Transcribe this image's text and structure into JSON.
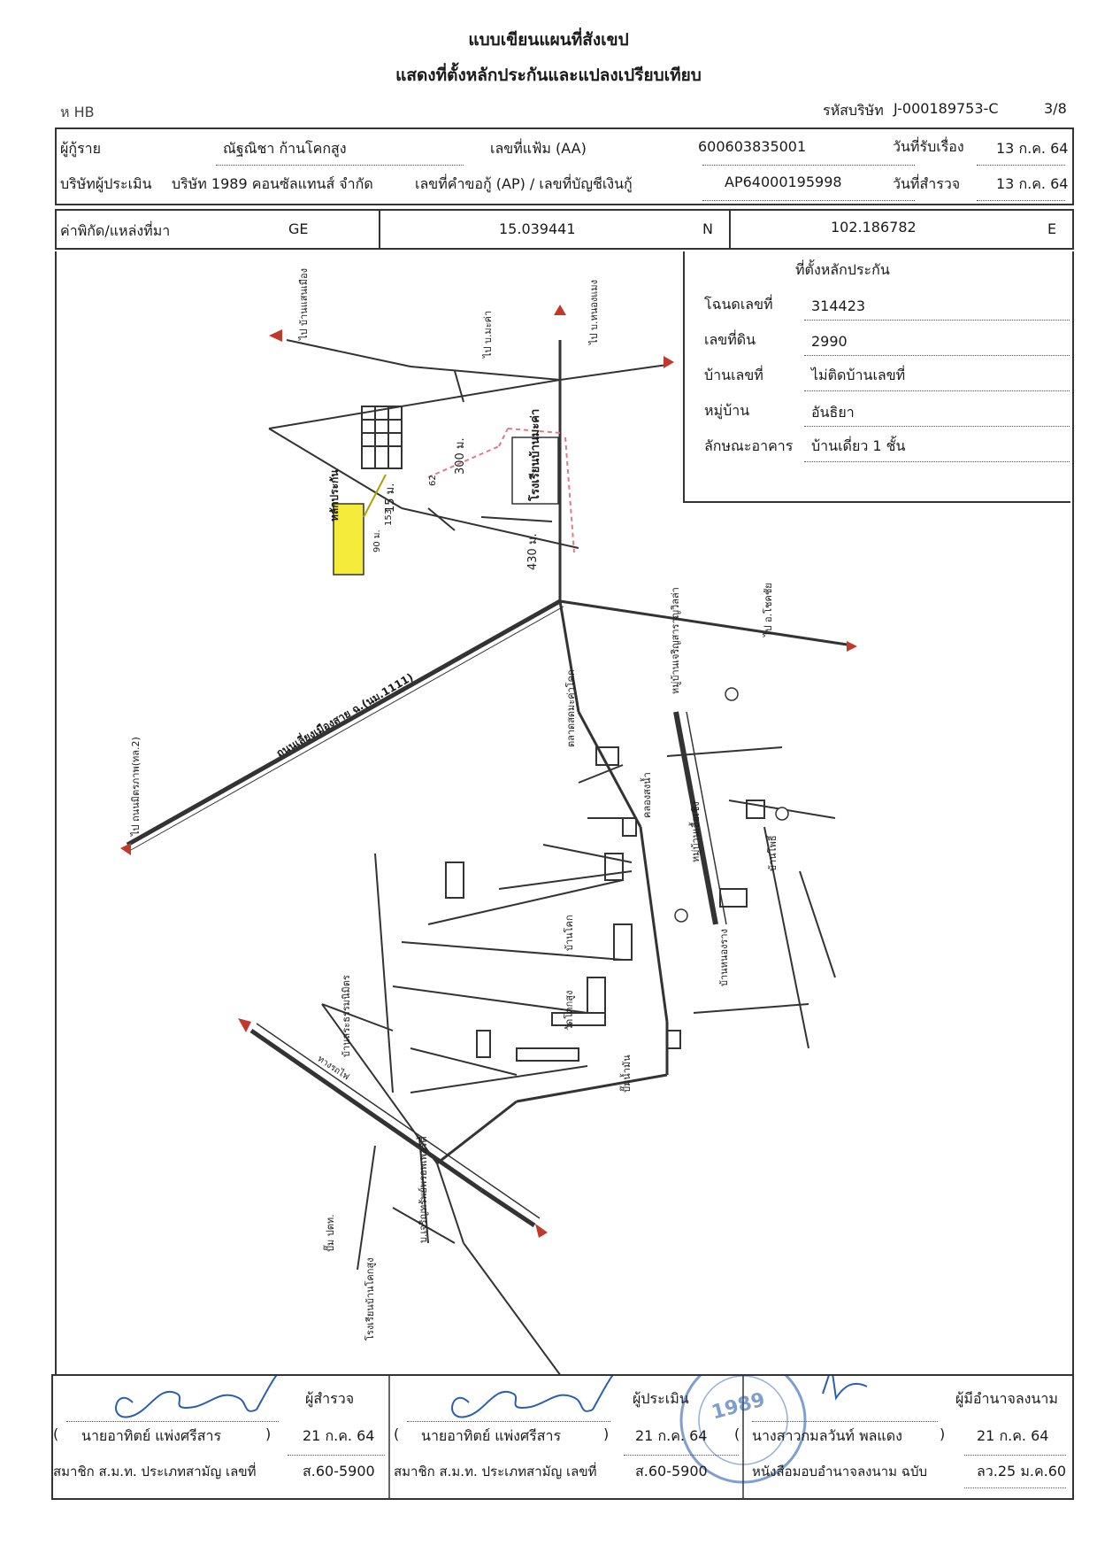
{
  "header": {
    "title_line1": "แบบเขียนแผนที่สังเขป",
    "title_line2": "แสดงที่ตั้งหลักประกันและแปลงเปรียบเทียบ",
    "left_code": "ห HB",
    "company_code_label": "รหัสบริษัท",
    "company_code": "J-000189753-C",
    "page": "3/8"
  },
  "info": {
    "borrower_label": "ผู้กู้ราย",
    "borrower_name": "ณัฐณิชา  ก้านโคกสูง",
    "file_no_label": "เลขที่แฟ้ม (AA)",
    "file_no": "600603835001",
    "received_date_label": "วันที่รับเรื่อง",
    "received_date": "13 ก.ค. 64",
    "appraiser_label": "บริษัทผู้ประเมิน",
    "appraiser_name": "บริษัท 1989 คอนซัลแทนส์ จำกัด",
    "request_no_label": "เลขที่คำขอกู้ (AP) / เลขที่บัญชีเงินกู้",
    "request_no": "AP64000195998",
    "survey_date_label": "วันที่สำรวจ",
    "survey_date": "13 ก.ค. 64"
  },
  "coords": {
    "label": "ค่าพิกัด/แหล่งที่มา",
    "source": "GE",
    "lat": "15.039441",
    "lat_dir": "N",
    "lon": "102.186782",
    "lon_dir": "E"
  },
  "legend": {
    "title": "ที่ตั้งหลักประกัน",
    "deed_label": "โฉนดเลขที่",
    "deed_no": "314423",
    "land_label": "เลขที่ดิน",
    "land_no": "2990",
    "house_label": "บ้านเลขที่",
    "house_no": "ไม่ติดบ้านเลขที่",
    "village_label": "หมู่บ้าน",
    "village": "อันธิยา",
    "building_label": "ลักษณะอาคาร",
    "building": "บ้านเดี่ยว 1 ชั้น",
    "hatch_color": "#888888"
  },
  "map": {
    "collateral_tag": "หลักประกัน",
    "to_sangmuang": "ไป บ้านแสนเมือง",
    "to_makha": "ไป บ.มะค่า",
    "to_nongmaeng": "ไป บ.หนองแมง",
    "to_chokchai": "ไป อ.โชคชัย",
    "to_mittraphap": "ไป ถนนมิตรภาพ(ทล.2)",
    "school_makha": "โรงเรียนบ้านมะค่า",
    "ring_road": "ถนนเลี่ยงเมืองสาย ฉ.(นม.1111)",
    "dist_300": "300 ม.",
    "dist_430": "430 ม.",
    "dist_15": "15 ม.",
    "dist_90": "90 ม.",
    "num_62": "62",
    "num_153": "153",
    "mu3": "หมู่บ้านเจริญสาราญวิลล่า",
    "mu1": "หมู่บ้านเอื้อเชิง",
    "baan_pho": "บ้านโพธิ์",
    "baan_nong": "บ้านหนองราง",
    "wat_label": "วัดโคกสูง",
    "market": "ตลาดสดมะค่าโคก",
    "canal": "คลองสงน้ำ",
    "baan_label": "บ้านโคก",
    "pump": "ปั๊มน้ำมัน",
    "baan_sra": "บ้านสระธรรมนิมิตร",
    "rail": "ทางรถไฟ",
    "road_rung": "บ.เจริญทรัพย์พรอพเพอร์ตี้",
    "pump2": "ปั๊ม ปตท.",
    "road_left": "โรงเรียนบ้านโคกสูง"
  },
  "signatures": {
    "col1_role": "ผู้สำรวจ",
    "col1_name": "นายอาทิตย์  แพ่งศรีสาร",
    "col1_date": "21 ก.ค. 64",
    "col1_member_label": "สมาชิก ส.ม.ท. ประเภทสามัญ เลขที่",
    "col1_member_no": "ส.60-5900",
    "col2_role": "ผู้ประเมิน",
    "col2_name": "นายอาทิตย์  แพ่งศรีสาร",
    "col2_date": "21 ก.ค. 64",
    "col2_member_label": "สมาชิก ส.ม.ท. ประเภทสามัญ เลขที่",
    "col2_member_no": "ส.60-5900",
    "col3_role": "ผู้มีอำนาจลงนาม",
    "col3_name": "นางสาวกมลวันท์  พลแดง",
    "col3_date": "21 ก.ค. 64",
    "col3_member_label": "หนังสือมอบอำนาจลงนาม ฉบับ",
    "col3_member_no": "ลว.25 ม.ค.60",
    "stamp_text": "1989",
    "ink_color": "#2a5fb0"
  }
}
